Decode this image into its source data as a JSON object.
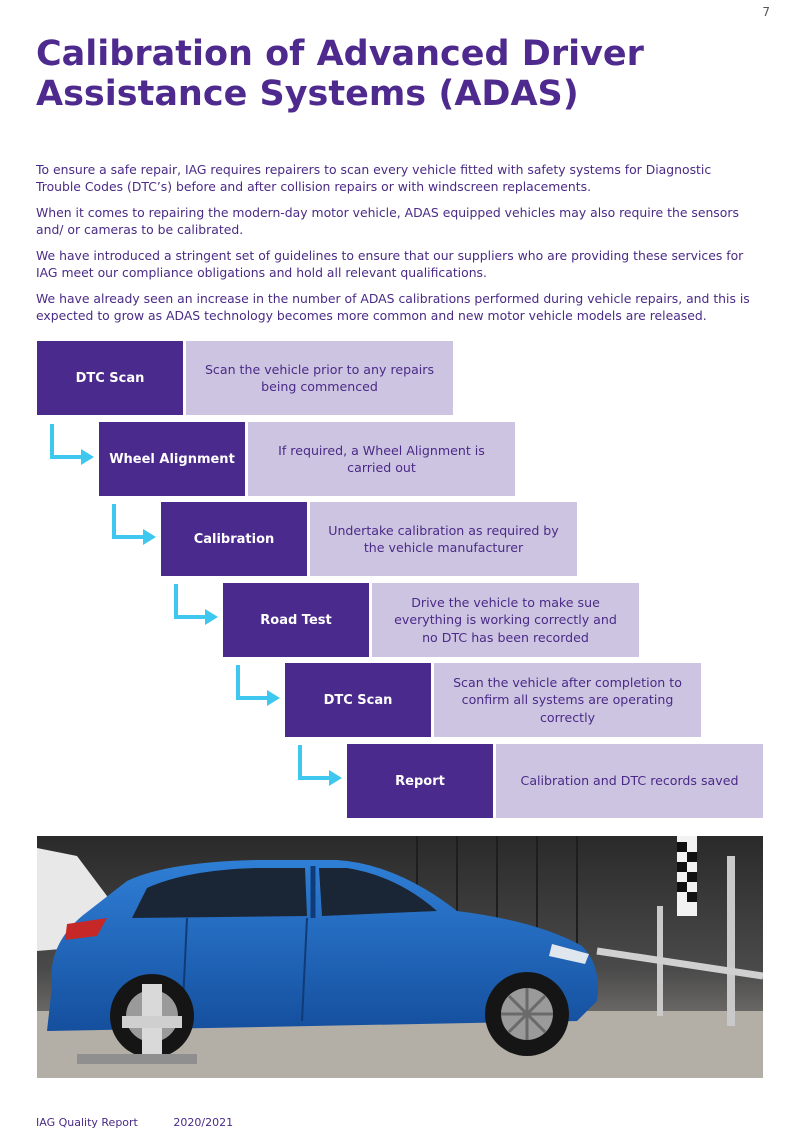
{
  "page_number": "7",
  "title": "Calibration of Advanced Driver Assistance Systems (ADAS)",
  "intro": [
    "To ensure a safe repair, IAG requires repairers to scan every vehicle fitted with safety systems for Diagnostic Trouble Codes (DTC’s) before and after collision repairs or with windscreen replacements.",
    "When it comes to repairing the modern-day motor vehicle, ADAS equipped vehicles may also require the sensors and/ or cameras to be calibrated.",
    "We have introduced a stringent set of guidelines to ensure that our suppliers who are providing these services for IAG meet our compliance obligations and hold all relevant qualifications.",
    "We have already seen an increase in the number of ADAS calibrations performed during vehicle repairs, and this is expected to grow as ADAS technology becomes more common and new motor vehicle models are released."
  ],
  "steps": [
    {
      "label": "DTC Scan",
      "description": "Scan the vehicle prior to any repairs being commenced"
    },
    {
      "label": "Wheel Alignment",
      "description": "If required, a Wheel Alignment is carried out"
    },
    {
      "label": "Calibration",
      "description": "Undertake calibration as required by the vehicle manufacturer"
    },
    {
      "label": "Road Test",
      "description": "Drive the vehicle to make sue everything is working correctly and no DTC has been recorded"
    },
    {
      "label": "DTC Scan",
      "description": "Scan the vehicle after completion to confirm all systems are operating correctly"
    },
    {
      "label": "Report",
      "description": "Calibration and DTC records saved"
    }
  ],
  "colors": {
    "title": "#4e2a8e",
    "step_label_bg": "#4a2a8c",
    "step_desc_bg": "#cdc4e2",
    "arrow": "#3ec7ef"
  },
  "photo": {
    "subject": "car-calibration-photo"
  },
  "footer": {
    "report_name": "IAG Quality Report",
    "year": "2020/2021"
  }
}
